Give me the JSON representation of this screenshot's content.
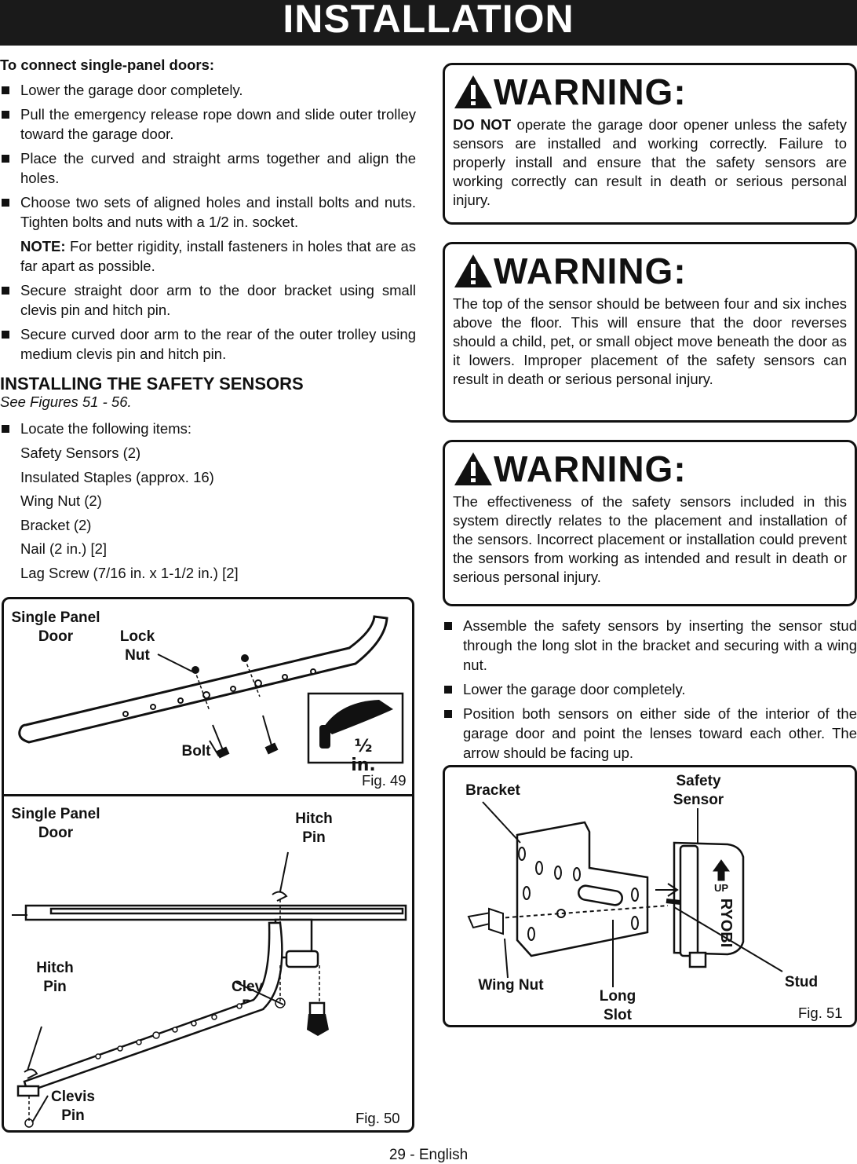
{
  "banner": "INSTALLATION",
  "left": {
    "heading": "To connect single-panel doors:",
    "bullets": [
      "Lower the garage door completely.",
      "Pull the emergency release rope down and slide outer trolley toward the garage door.",
      "Place the curved and straight arms together and align the holes.",
      "Choose two sets of aligned holes and install bolts and nuts. Tighten bolts and nuts with a 1/2 in. socket.",
      "Secure straight door arm to the door bracket using small clevis pin and hitch pin.",
      "Secure curved door arm to the rear of the outer trolley using medium clevis pin and hitch pin."
    ],
    "note_label": "NOTE:",
    "note_text": " For better rigidity, install fasteners in holes that are as far apart as possible.",
    "section_title": "INSTALLING THE SAFETY SENSORS",
    "section_sub": "See Figures 51 - 56.",
    "locate": "Locate the following items:",
    "items": [
      "Safety Sensors (2)",
      "Insulated Staples (approx. 16)",
      "Wing Nut (2)",
      "Bracket (2)",
      "Nail (2 in.) [2]",
      "Lag Screw (7/16 in. x 1-1/2 in.) [2]"
    ]
  },
  "warnings": [
    {
      "title": "WARNING:",
      "lead": "DO NOT",
      "text": " operate the garage door opener unless the safety sensors are installed and working correctly. Failure to properly install and ensure that the safety sensors are working correctly can result in death or serious personal injury."
    },
    {
      "title": "WARNING:",
      "text": "The top of the sensor should be between four and six inches above the floor. This will ensure that the door reverses should a child, pet, or small object move beneath the door as it lowers. Improper placement of the safety sensors can result in death or serious personal injury."
    },
    {
      "title": "WARNING:",
      "text": "The effectiveness of the safety sensors included in this system directly relates to the placement and installation of the sensors. Incorrect placement or installation could prevent the sensors from working as intended and result in death or serious personal injury."
    }
  ],
  "right_bullets": [
    "Assemble the safety sensors by inserting the sensor stud through the long slot in the bracket and securing with a wing nut.",
    "Lower the garage door completely.",
    "Position both sensors on either side of the interior of the garage door and point the lenses toward each other. The arrow should be facing up."
  ],
  "fig49": {
    "door_l1": "Single Panel",
    "door_l2": "Door",
    "lock_l1": "Lock",
    "lock_l2": "Nut",
    "bolt": "Bolt",
    "socket": "½ in.",
    "label": "Fig. 49"
  },
  "fig50": {
    "door_l1": "Single Panel",
    "door_l2": "Door",
    "hitch_l1": "Hitch",
    "hitch_l2": "Pin",
    "hitch2_l1": "Hitch",
    "hitch2_l2": "Pin",
    "clevis_l1": "Clevis",
    "clevis_l2": "Pin",
    "clevis2_l1": "Clevis",
    "clevis2_l2": "Pin",
    "label": "Fig. 50"
  },
  "fig51": {
    "bracket": "Bracket",
    "sensor_l1": "Safety",
    "sensor_l2": "Sensor",
    "wingnut": "Wing Nut",
    "slot_l1": "Long",
    "slot_l2": "Slot",
    "stud": "Stud",
    "up": "UP",
    "brand": "RYOBI",
    "label": "Fig. 51"
  },
  "footer": "29 - English"
}
